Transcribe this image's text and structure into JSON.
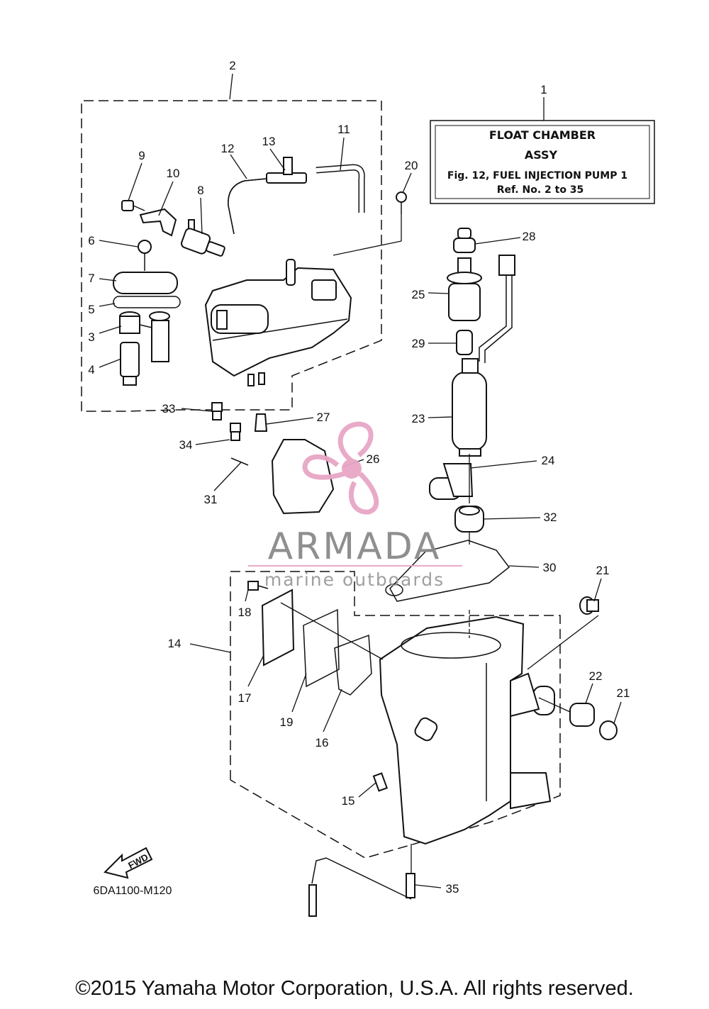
{
  "info_box": {
    "ref_number": "1",
    "line1": "FLOAT CHAMBER",
    "line2": "ASSY",
    "line3": "Fig. 12, FUEL INJECTION PUMP 1",
    "line4": "Ref. No. 2 to 35"
  },
  "callouts": [
    "2",
    "9",
    "10",
    "12",
    "13",
    "11",
    "20",
    "8",
    "6",
    "7",
    "5",
    "3",
    "4",
    "28",
    "25",
    "29",
    "23",
    "33",
    "27",
    "34",
    "26",
    "24",
    "31",
    "32",
    "30",
    "21",
    "18",
    "14",
    "22",
    "21",
    "17",
    "19",
    "16",
    "15",
    "35"
  ],
  "fwd_label": "FWD",
  "diagram_code": "6DA1100-M120",
  "watermark": {
    "brand": "ARMADA",
    "tagline": "marine outboards",
    "accent_color": "#e8a6c6"
  },
  "copyright": "©2015 Yamaha Motor Corporation, U.S.A. All rights reserved."
}
